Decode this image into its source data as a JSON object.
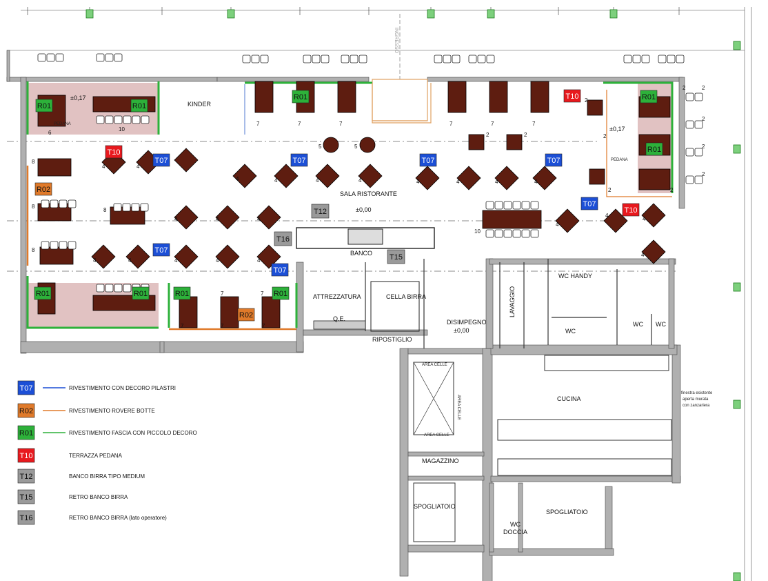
{
  "colors": {
    "T07": "#1c4fd6",
    "R02": "#e07a2a",
    "R01": "#2db13a",
    "T10": "#e8191e",
    "T12": "#9a9a9a",
    "T15": "#9a9a9a",
    "T16": "#9a9a9a",
    "table": "#5e1d10",
    "wall": "#b0b0b0",
    "pedana": "#c98f8f"
  },
  "rooms": {
    "kinder": "KINDER",
    "sala": "SALA RISTORANTE",
    "sala_level": "±0,00",
    "banco": "BANCO",
    "attrezzatura": "ATTREZZATURA",
    "qe": "Q.E.",
    "cella_birra": "CELLA BIRRA",
    "ripostiglio": "RIPOSTIGLIO",
    "disimpegno": "DISIMPEGNO",
    "disimpegno_level": "±0,00",
    "lavaggio": "LAVAGGIO",
    "wc_handy": "WC HANDY",
    "wc": "WC",
    "cucina": "CUCINA",
    "area_celle": "AREA CELLE",
    "magazzino": "MAGAZZINO",
    "spogliatoio": "SPOGLIATOIO",
    "wc_doccia_1": "WC",
    "wc_doccia_2": "DOCCIA",
    "pedana": "PEDANA",
    "level_017": "±0,17",
    "ingresso": "INGRESSO",
    "finestra_1": "finestra esistente",
    "finestra_2": "aperta murata",
    "finestra_3": "con zanzariera"
  },
  "tags": [
    "R01",
    "T10",
    "T07",
    "R02",
    "T12",
    "T16",
    "T15"
  ],
  "legend": [
    {
      "code": "T07",
      "text": "RIVESTIMENTO CON DECORO PILASTRI",
      "line": "blue"
    },
    {
      "code": "R02",
      "text": "RIVESTIMENTO ROVERE BOTTE",
      "line": "orange"
    },
    {
      "code": "R01",
      "text": "RIVESTIMENTO FASCIA CON PICCOLO DECORO",
      "line": "green"
    },
    {
      "code": "T10",
      "text": "TERRAZZA PEDANA",
      "line": ""
    },
    {
      "code": "T12",
      "text": "BANCO BIRRA TIPO MEDIUM",
      "line": ""
    },
    {
      "code": "T15",
      "text": "RETRO BANCO BIRRA",
      "line": ""
    },
    {
      "code": "T16",
      "text": "RETRO BANCO BIRRA (lato operatore)",
      "line": ""
    }
  ]
}
